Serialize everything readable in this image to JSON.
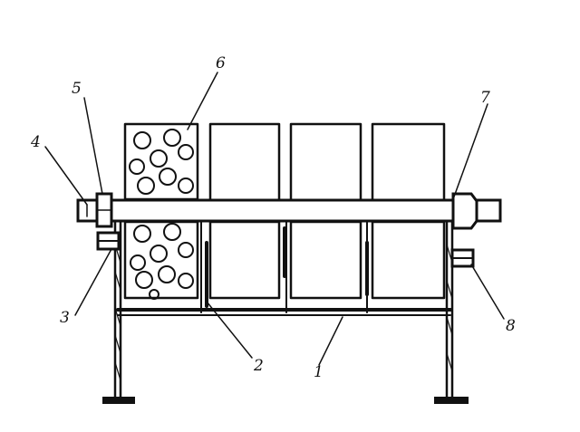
{
  "figure": {
    "labels": [
      "1",
      "2",
      "3",
      "4",
      "5",
      "6",
      "7",
      "8"
    ],
    "colors": {
      "ink": "#111111",
      "paper": "#ffffff"
    }
  }
}
